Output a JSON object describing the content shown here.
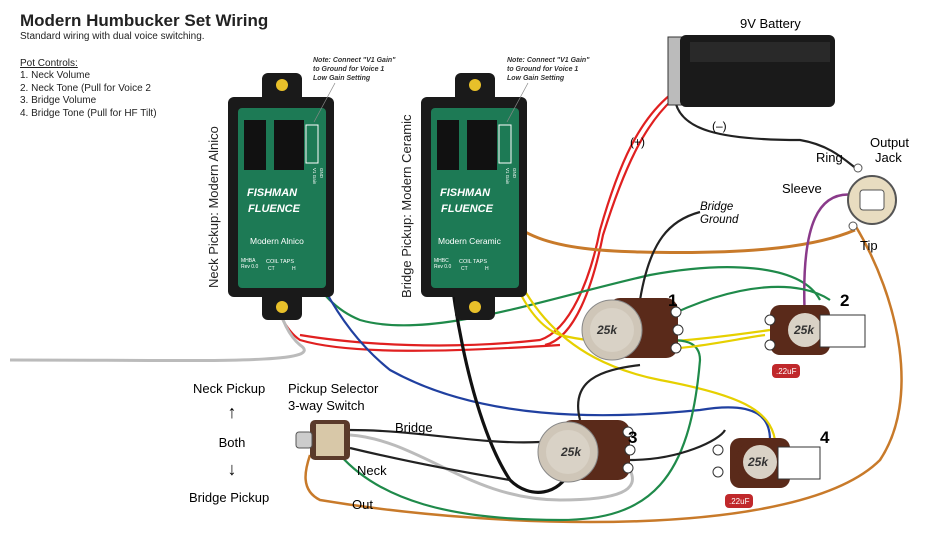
{
  "title": "Modern Humbucker Set Wiring",
  "subtitle": "Standard wiring with dual voice switching.",
  "pot_controls": {
    "heading": "Pot Controls:",
    "items": [
      "1. Neck Volume",
      "2. Neck Tone (Pull for Voice 2",
      "3. Bridge Volume",
      "4. Bridge Tone (Pull for HF Tilt)"
    ]
  },
  "pickups": {
    "neck": {
      "side_label": "Neck Pickup:  Modern Alnico",
      "name": "Modern Alnico",
      "model": "MHBA",
      "rev": "Rev 0.0",
      "brand": "FISHMAN",
      "sub_brand": "FLUENCE",
      "coil_taps": "COIL TAPS",
      "ct": "CT",
      "h": "H",
      "gnd": "GND",
      "v1gain": "V1 Gain",
      "note": [
        "Note: Connect \"V1 Gain\"",
        "to Ground for Voice 1",
        "Low Gain Setting"
      ]
    },
    "bridge": {
      "side_label": "Bridge Pickup:  Modern Ceramic",
      "name": "Modern Ceramic",
      "model": "MHBC",
      "rev": "Rev 0.0",
      "brand": "FISHMAN",
      "sub_brand": "FLUENCE",
      "coil_taps": "COIL TAPS",
      "ct": "CT",
      "h": "H",
      "gnd": "GND",
      "v1gain": "V1 Gain",
      "note": [
        "Note: Connect \"V1 Gain\"",
        "to Ground for Voice 1",
        "Low Gain Setting"
      ]
    }
  },
  "battery": {
    "label": "9V Battery",
    "plus": "(+)",
    "minus": "(–)"
  },
  "jack": {
    "label_line1": "Output",
    "label_line2": "Jack",
    "ring": "Ring",
    "sleeve": "Sleeve",
    "tip": "Tip"
  },
  "bridge_ground": [
    "Bridge",
    "Ground"
  ],
  "pots": [
    {
      "number": "1",
      "value": "25k"
    },
    {
      "number": "2",
      "value": "25k",
      "cap": ".22uF"
    },
    {
      "number": "3",
      "value": "25k"
    },
    {
      "number": "4",
      "value": "25k",
      "cap": ".22uF"
    }
  ],
  "switch": {
    "title_line1": "Pickup Selector",
    "title_line2": "3-way Switch",
    "pos_top": "Neck Pickup",
    "pos_mid": "Both",
    "pos_bottom": "Bridge Pickup",
    "wire_bridge": "Bridge",
    "wire_neck": "Neck",
    "wire_out": "Out"
  },
  "colors": {
    "pcb": "#1d7a55",
    "housing": "#1a1a1a",
    "red": "#e02020",
    "green": "#1f8a4a",
    "blue": "#2040a0",
    "yellow": "#e6d000",
    "orange": "#c87a2a",
    "purple": "#8a3a8a",
    "pot_body": "#5a2a1a",
    "cap": "#c0282b"
  }
}
